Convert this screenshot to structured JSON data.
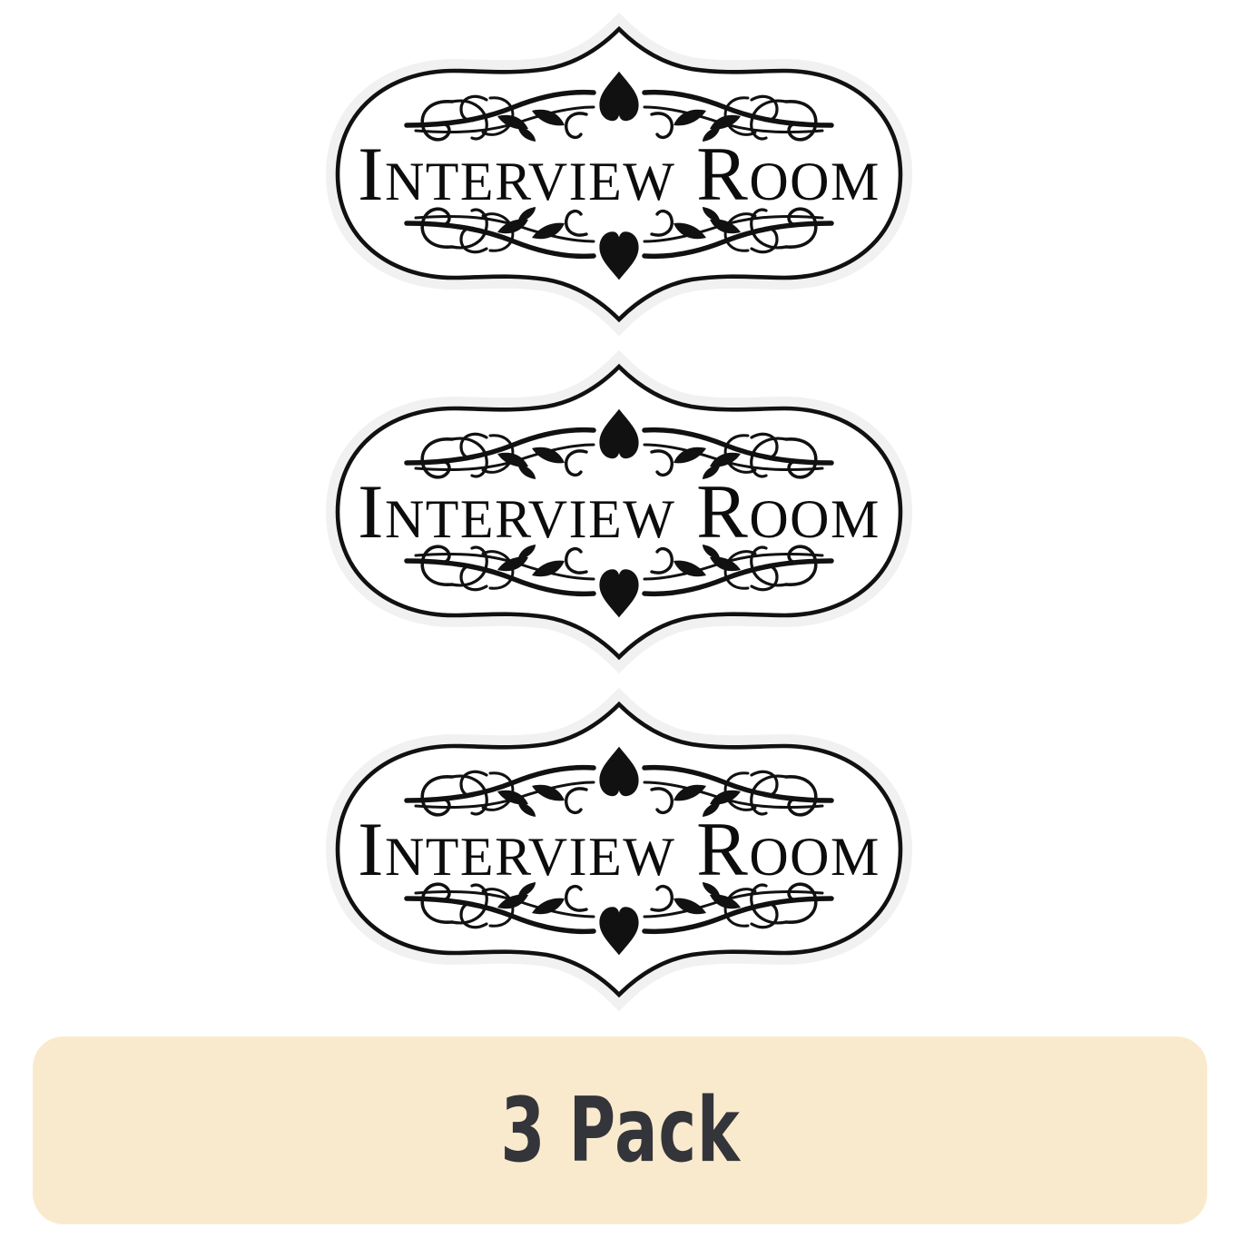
{
  "page": {
    "background_color": "#ffffff",
    "type": "product-listing-image"
  },
  "gallery": {
    "name": "sign-gallery",
    "item_count": 3,
    "signs": [
      {
        "id": "sign-1",
        "text": "Interview Room",
        "frame_color": "#111111",
        "face_color": "#ffffff",
        "top_ornament": "flourish-with-inverted-heart",
        "bottom_ornament": "flourish-with-heart"
      },
      {
        "id": "sign-2",
        "text": "Interview Room",
        "frame_color": "#111111",
        "face_color": "#ffffff",
        "top_ornament": "flourish-with-inverted-heart",
        "bottom_ornament": "flourish-with-heart"
      },
      {
        "id": "sign-3",
        "text": "Interview Room",
        "frame_color": "#111111",
        "face_color": "#ffffff",
        "top_ornament": "flourish-with-inverted-heart",
        "bottom_ornament": "flourish-with-heart"
      }
    ]
  },
  "banner": {
    "label": "3 Pack",
    "background_color": "#faeacd",
    "text_color": "#33353a"
  }
}
